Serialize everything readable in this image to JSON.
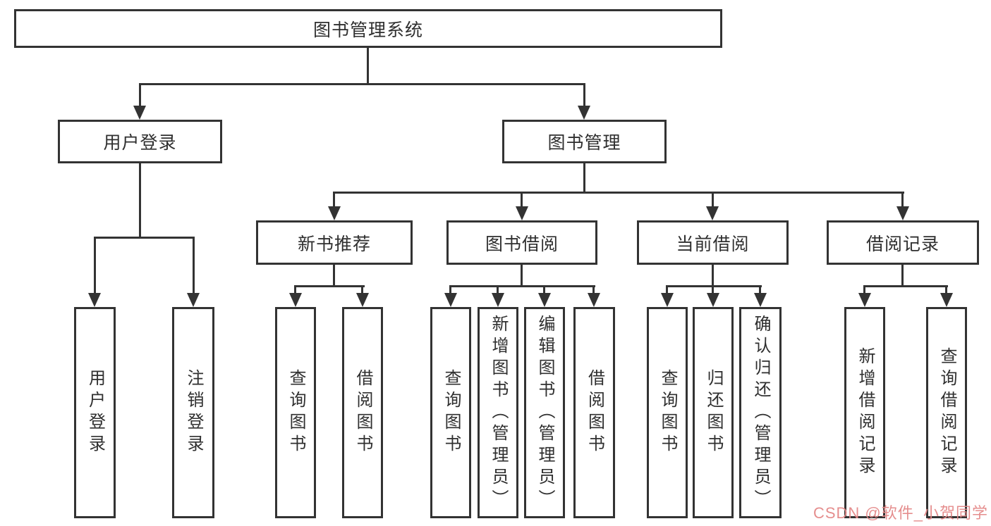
{
  "tree": {
    "root": {
      "label": "图书管理系统",
      "children": [
        {
          "label": "用户登录",
          "children": [
            {
              "label": "用户登录"
            },
            {
              "label": "注销登录"
            }
          ]
        },
        {
          "label": "图书管理",
          "children": [
            {
              "label": "新书推荐",
              "children": [
                {
                  "label": "查询图书"
                },
                {
                  "label": "借阅图书"
                }
              ]
            },
            {
              "label": "图书借阅",
              "children": [
                {
                  "label": "查询图书"
                },
                {
                  "label": "新增图书（管理员）"
                },
                {
                  "label": "编辑图书（管理员）"
                },
                {
                  "label": "借阅图书"
                }
              ]
            },
            {
              "label": "当前借阅",
              "children": [
                {
                  "label": "查询图书"
                },
                {
                  "label": "归还图书"
                },
                {
                  "label": "确认归还（管理员）"
                }
              ]
            },
            {
              "label": "借阅记录",
              "children": [
                {
                  "label": "新增借阅记录"
                },
                {
                  "label": "查询借阅记录"
                }
              ]
            }
          ]
        }
      ]
    }
  },
  "watermark": {
    "text": "CSDN @软件_小贺同学",
    "color": "#e48888"
  },
  "colors": {
    "line": "#333333",
    "background": "#ffffff",
    "text": "#2f2f2f"
  }
}
